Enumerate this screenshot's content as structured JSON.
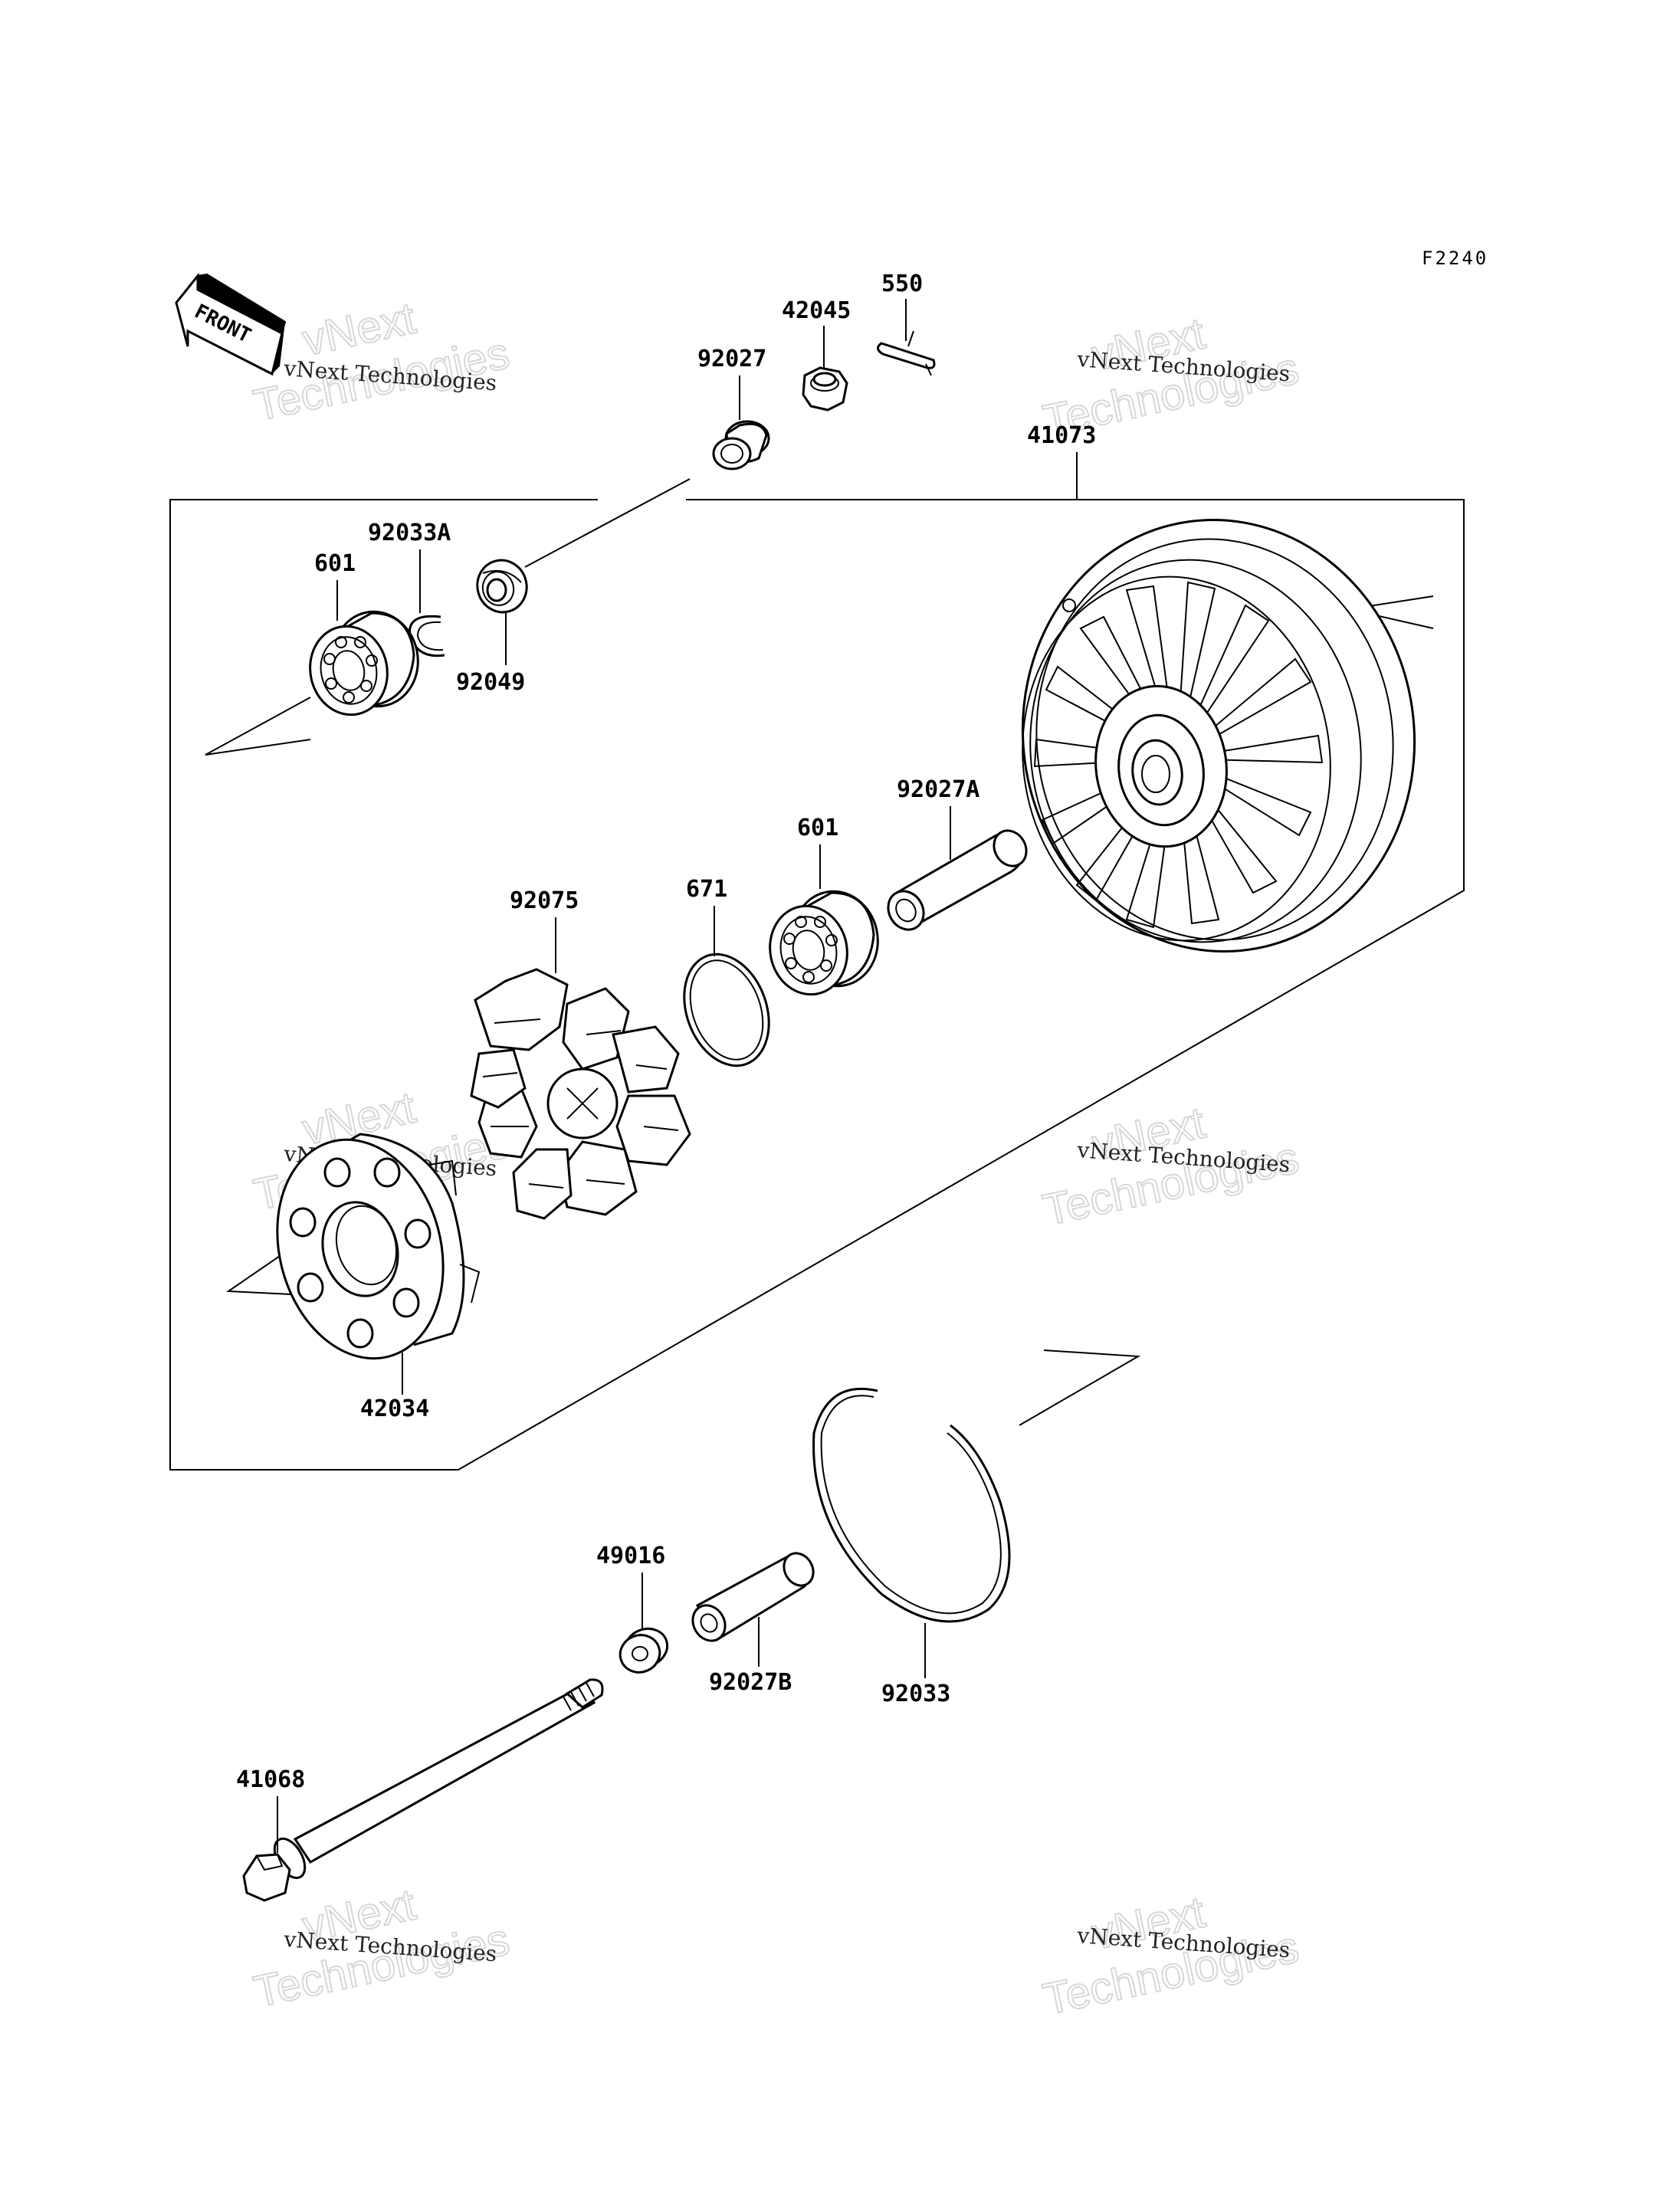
{
  "diagram_code": "F2240",
  "front_label": "FRONT",
  "watermark": {
    "line1": "vNext",
    "line2": "Technologies",
    "caption": "vNext Technologies"
  },
  "parts": {
    "p550": "550",
    "p42045": "42045",
    "p92027": "92027",
    "p41073": "41073",
    "p92033A": "92033A",
    "p601_top": "601",
    "p92049": "92049",
    "p92027A": "92027A",
    "p601_mid": "601",
    "p671": "671",
    "p92075": "92075",
    "p42034": "42034",
    "p49016": "49016",
    "p92027B": "92027B",
    "p92033": "92033",
    "p41068": "41068"
  }
}
